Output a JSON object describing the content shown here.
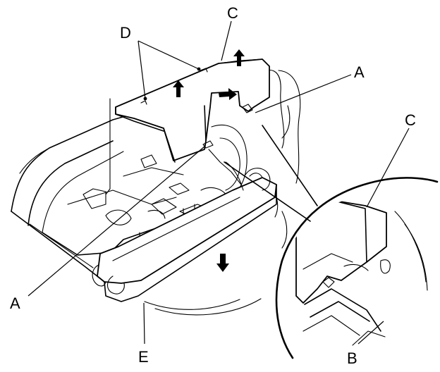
{
  "labels": {
    "c_top": "C",
    "d_top": "D",
    "a_right": "A",
    "c_right": "C",
    "a_left": "A",
    "e_bottom": "E",
    "b_bottom": "B"
  },
  "colors": {
    "line": "#000000",
    "background": "#ffffff"
  }
}
